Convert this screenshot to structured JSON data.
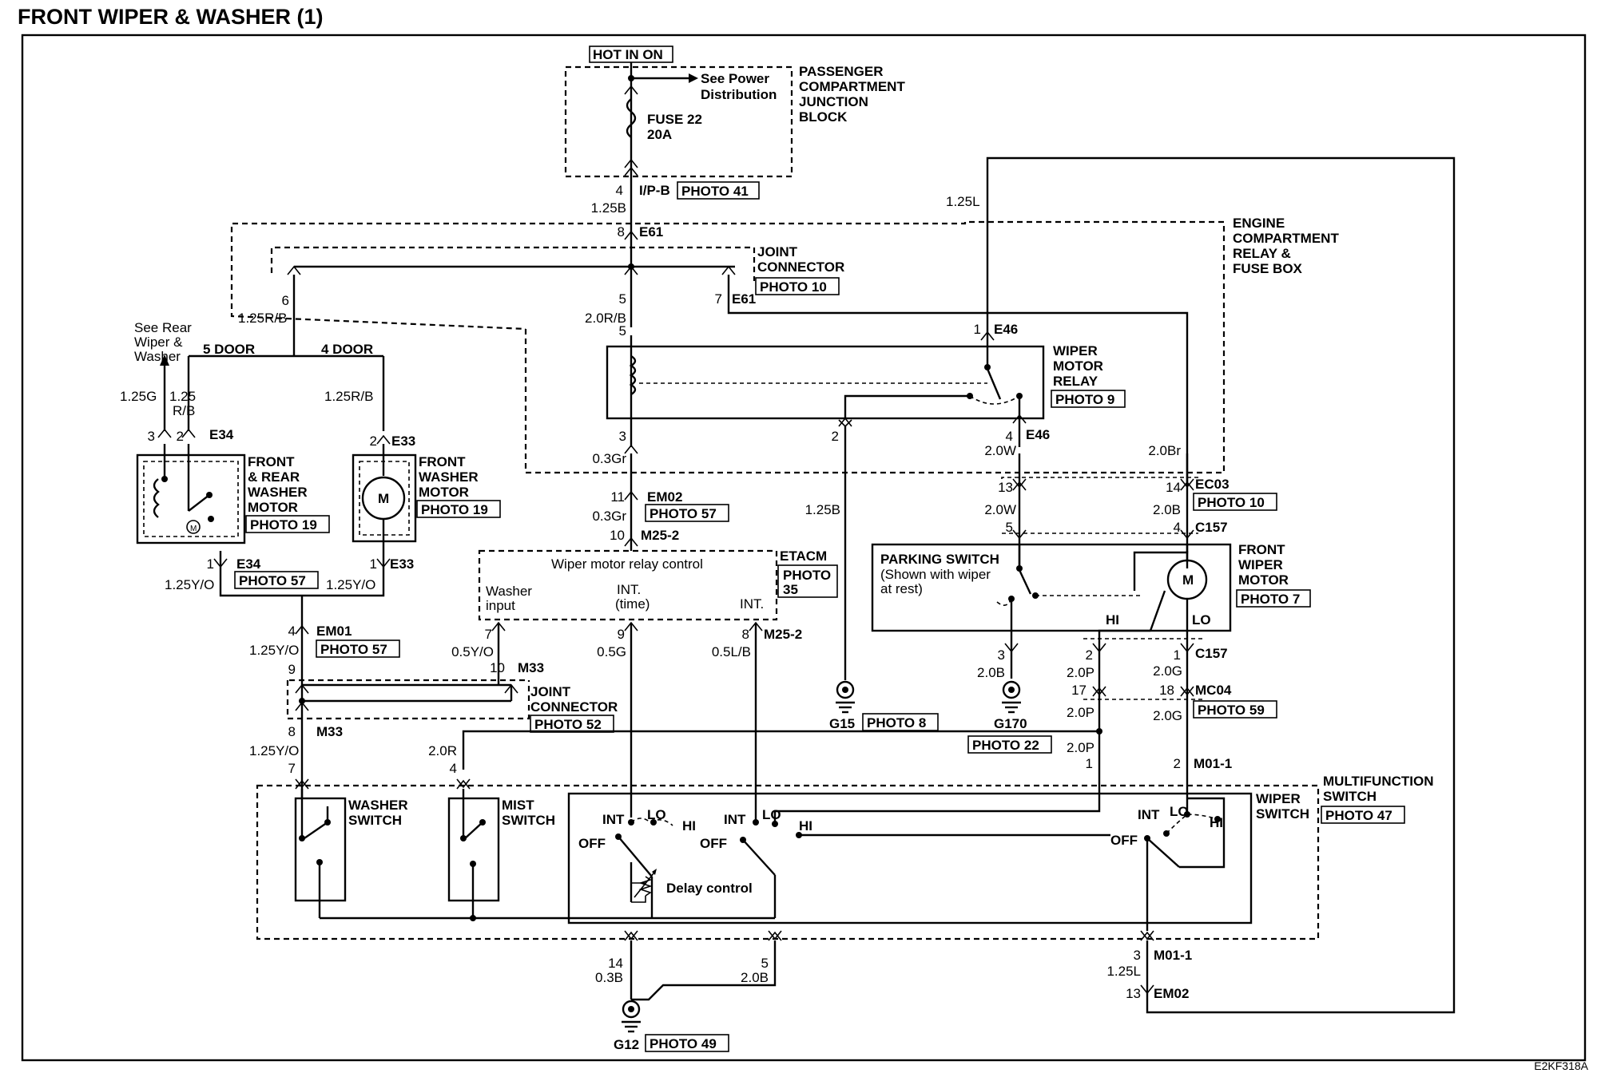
{
  "title": "FRONT WIPER & WASHER (1)",
  "figure_code": "E2KF318A",
  "power": {
    "hot_label": "HOT IN ON",
    "see_power": [
      "See Power",
      "Distribution"
    ],
    "fuse": [
      "FUSE 22",
      "20A"
    ],
    "junction_block": [
      "PASSENGER",
      "COMPARTMENT",
      "JUNCTION",
      "BLOCK"
    ]
  },
  "connectors": {
    "ipb": "I/P-B",
    "e61": "E61",
    "e61b": "E61",
    "e46a": "E46",
    "e46b": "E46",
    "e34a": "E34",
    "e34b": "E34",
    "e33a": "E33",
    "e33b": "E33",
    "em02a": "EM02",
    "em02b": "EM02",
    "m252a": "M25-2",
    "m252b": "M25-2",
    "ec03": "EC03",
    "c157a": "C157",
    "c157b": "C157",
    "mc04": "MC04",
    "em01": "EM01",
    "m33a": "M33",
    "m33b": "M33",
    "m011a": "M01-1",
    "m011b": "M01-1"
  },
  "photos": {
    "p41": "PHOTO 41",
    "p10a": "PHOTO 10",
    "p9": "PHOTO 9",
    "p19a": "PHOTO 19",
    "p19b": "PHOTO 19",
    "p57a": "PHOTO 57",
    "p57b": "PHOTO 57",
    "p57c": "PHOTO 57",
    "p10b": "PHOTO 10",
    "p35": [
      "PHOTO",
      "35"
    ],
    "p7": "PHOTO 7",
    "p52": "PHOTO 52",
    "p8": "PHOTO 8",
    "p22": "PHOTO 22",
    "p59": "PHOTO 59",
    "p47": "PHOTO 47",
    "p49": "PHOTO 49"
  },
  "components": {
    "engine_box": [
      "ENGINE",
      "COMPARTMENT",
      "RELAY &",
      "FUSE BOX"
    ],
    "joint_connector_top": [
      "JOINT",
      "CONNECTOR"
    ],
    "joint_connector_bottom": [
      "JOINT",
      "CONNECTOR"
    ],
    "wiper_motor_relay": [
      "WIPER",
      "MOTOR",
      "RELAY"
    ],
    "see_rear": [
      "See Rear",
      "Wiper &",
      "Washer"
    ],
    "five_door": "5 DOOR",
    "four_door": "4 DOOR",
    "front_rear_washer": [
      "FRONT",
      "& REAR",
      "WASHER",
      "MOTOR"
    ],
    "front_washer": [
      "FRONT",
      "WASHER",
      "MOTOR"
    ],
    "motor_symbol": "M",
    "etacm": "ETACM",
    "etacm_control": "Wiper motor relay control",
    "etacm_washer": [
      "Washer",
      "input"
    ],
    "etacm_int_time": [
      "INT.",
      "(time)"
    ],
    "etacm_int": "INT.",
    "parking_switch": "PARKING SWITCH",
    "parking_note": [
      "(Shown with wiper",
      "at rest)"
    ],
    "front_wiper_motor": [
      "FRONT",
      "WIPER",
      "MOTOR"
    ],
    "hi": "HI",
    "lo": "LO",
    "multifunction": [
      "MULTIFUNCTION",
      "SWITCH"
    ],
    "wiper_switch": [
      "WIPER",
      "SWITCH"
    ],
    "washer_switch": [
      "WASHER",
      "SWITCH"
    ],
    "mist_switch": [
      "MIST",
      "SWITCH"
    ],
    "delay_control": "Delay control",
    "sw_int": "INT",
    "sw_lo": "LO",
    "sw_hi": "HI",
    "sw_off": "OFF",
    "ground_g15": "G15",
    "ground_g170": "G170",
    "ground_g12": "G12"
  },
  "wires": {
    "w125b": "1.25B",
    "w125l_top": "1.25L",
    "w125rb": "1.25R/B",
    "w20rb": "2.0R/B",
    "w125g": "1.25G",
    "w125rb_split": [
      "1.25",
      "R/B"
    ],
    "w125rb_4door": "1.25R/B",
    "w03gr_a": "0.3Gr",
    "w03gr_b": "0.3Gr",
    "w125b_relay": "1.25B",
    "w20w_a": "2.0W",
    "w20w_b": "2.0W",
    "w20br": "2.0Br",
    "w20b_a": "2.0B",
    "w125yo_a": "1.25Y/O",
    "w125yo_b": "1.25Y/O",
    "w125yo_c": "1.25Y/O",
    "w125yo_d": "1.25Y/O",
    "w05yo": "0.5Y/O",
    "w05g": "0.5G",
    "w05lb": "0.5L/B",
    "w20b_g170": "2.0B",
    "w20p_a": "2.0P",
    "w20p_b": "2.0P",
    "w20p_c": "2.0P",
    "w20g_a": "2.0G",
    "w20g_b": "2.0G",
    "w20r": "2.0R",
    "w03b": "0.3B",
    "w20b_g12": "2.0B",
    "w125l_bot": "1.25L"
  },
  "pins": {
    "p_ipb": "4",
    "p_e61_8": "8",
    "p_jc6": "6",
    "p_jc5": "5",
    "p_jc7": "7",
    "p_5": "5",
    "p_e46_1": "1",
    "p_3a": "3",
    "p_2relay": "2",
    "p_e46_4": "4",
    "p_e34_3": "3",
    "p_e34_2": "2",
    "p_e33_2": "2",
    "p_em02_3": "3",
    "p_em02_11": "11",
    "p_m252_10": "10",
    "p_13": "13",
    "p_14": "14",
    "p_5c157": "5",
    "p_4c157": "4",
    "p_e34_1": "1",
    "p_e33_1": "1",
    "p_em01_4": "4",
    "p_9": "9",
    "p_7": "7",
    "p_10": "10",
    "p_9b": "9",
    "p_8": "8",
    "p_3g170": "3",
    "p_2c157": "2",
    "p_1c157": "1",
    "p_17": "17",
    "p_18": "18",
    "p_m33_8": "8",
    "p_7b": "7",
    "p_4mist": "4",
    "p_13b": "13",
    "p_6": "6",
    "p_1": "1",
    "p_2m01": "2",
    "p_14b": "14",
    "p_5b": "5",
    "p_3m01": "3",
    "p_13em02": "13"
  }
}
